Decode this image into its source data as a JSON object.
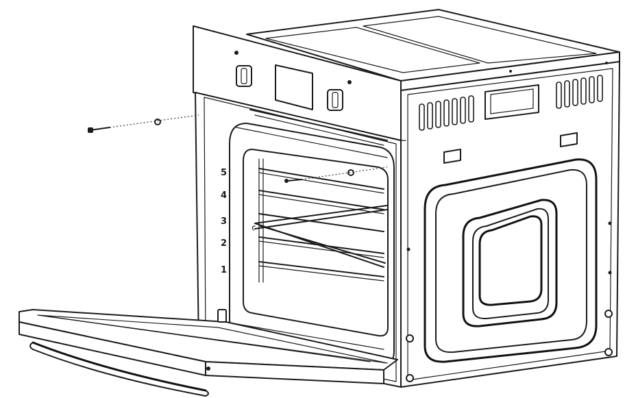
{
  "diagram": {
    "subject": "built-in-oven-with-door-open",
    "shelf_levels": [
      "5",
      "4",
      "3",
      "2",
      "1"
    ]
  }
}
